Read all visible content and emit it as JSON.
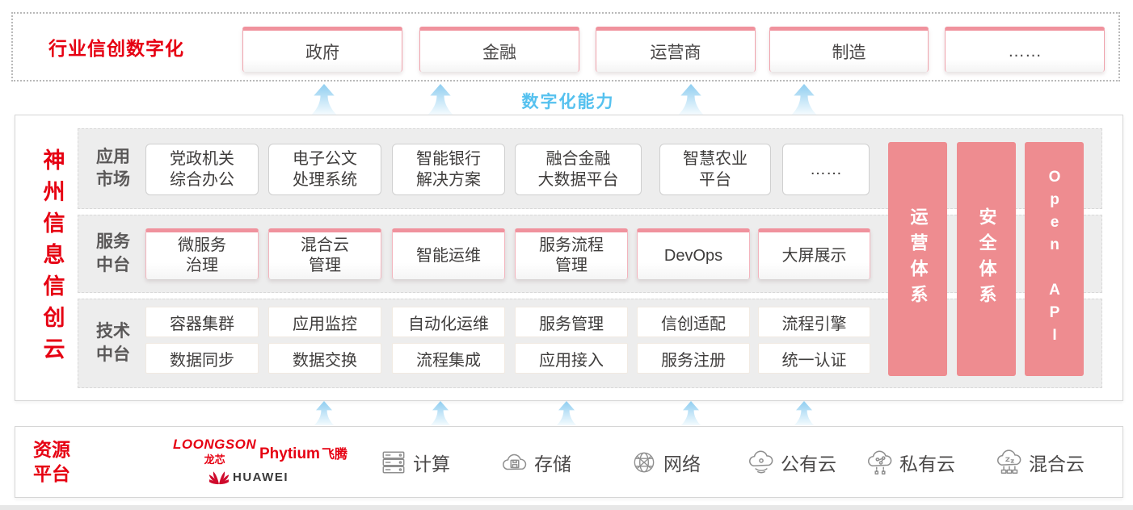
{
  "colors": {
    "brand_red": "#e60012",
    "bar_pink": "#ee8c90",
    "capability_blue": "#55c1ef",
    "row_gray": "#ededed"
  },
  "top_band": {
    "label": "行业信创数字化",
    "industries": [
      "政府",
      "金融",
      "运营商",
      "制造",
      "……"
    ]
  },
  "capability": {
    "label": "数字化能力"
  },
  "platform": {
    "vertical_title": "神州信息信创云",
    "rows": [
      {
        "label": "应用\n市场",
        "items": [
          "党政机关\n综合办公",
          "电子公文\n处理系统",
          "智能银行\n解决方案",
          "融合金融\n大数据平台",
          "智慧农业\n平台",
          "……"
        ]
      },
      {
        "label": "服务\n中台",
        "items": [
          "微服务\n治理",
          "混合云\n管理",
          "智能运维",
          "服务流程\n管理",
          "DevOps",
          "大屏展示"
        ]
      },
      {
        "label": "技术\n中台",
        "items_row1": [
          "容器集群",
          "应用监控",
          "自动化运维",
          "服务管理",
          "信创适配",
          "流程引擎"
        ],
        "items_row2": [
          "数据同步",
          "数据交换",
          "流程集成",
          "应用接入",
          "服务注册",
          "统一认证"
        ]
      }
    ],
    "side_bars": [
      "运营体系",
      "安全体系",
      "Open API"
    ]
  },
  "resources": {
    "label": "资源\n平台",
    "vendors": {
      "loongson": {
        "name": "LOONGSON",
        "sub": "龙芯"
      },
      "phytium": {
        "name": "Phytium",
        "sub": "飞腾"
      },
      "huawei": {
        "name": "HUAWEI"
      }
    },
    "items": [
      {
        "icon": "compute-icon",
        "label": "计算"
      },
      {
        "icon": "storage-icon",
        "label": "存储"
      },
      {
        "icon": "network-icon",
        "label": "网络"
      },
      {
        "icon": "public-cloud-icon",
        "label": "公有云"
      },
      {
        "icon": "private-cloud-icon",
        "label": "私有云"
      },
      {
        "icon": "hybrid-cloud-icon",
        "label": "混合云"
      }
    ]
  }
}
